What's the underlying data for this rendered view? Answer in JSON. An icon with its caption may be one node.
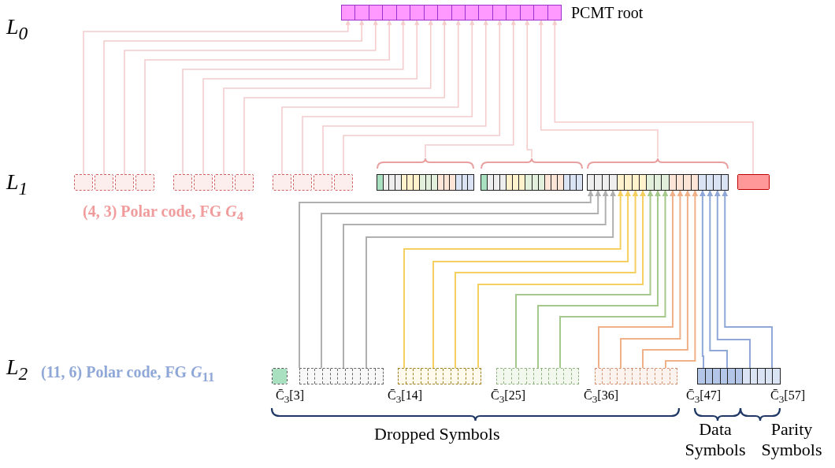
{
  "diagram": {
    "nodes": [
      {
        "text": [
          "PCMT root"
        ]
      },
      {
        "text": [],
        "shape": "box"
      },
      {
        "text": [],
        "shape": "box"
      },
      {
        "text": [],
        "shape": "box"
      },
      {
        "text": [],
        "shape": "box"
      },
      {
        "text": [],
        "shape": "box"
      },
      {
        "text": [],
        "shape": "box"
      },
      {
        "text": [],
        "shape": "box"
      },
      {
        "text": [],
        "shape": "box"
      },
      {
        "text": [],
        "shape": "box"
      },
      {
        "text": [],
        "shape": "box"
      },
      {
        "text": [],
        "shape": "box"
      },
      {
        "text": [],
        "shape": "box"
      },
      {
        "text": [],
        "shape": "bar"
      },
      {
        "text": [],
        "shape": "bar"
      },
      {
        "text": [],
        "shape": "bar"
      },
      {
        "text": [],
        "shape": "box"
      },
      {
        "text": [],
        "shape": "box"
      },
      {
        "text": [],
        "shape": "bar"
      },
      {
        "text": [],
        "shape": "bar"
      },
      {
        "text": [],
        "shape": "bar"
      },
      {
        "text": [],
        "shape": "bar"
      },
      {
        "text": [],
        "shape": "bar"
      }
    ],
    "edges": [
      {
        "from": 1,
        "to": 0,
        "arrow": "to",
        "color": "#f4cccc"
      },
      {
        "from": 2,
        "to": 0,
        "arrow": "to",
        "color": "#f4cccc"
      },
      {
        "from": 3,
        "to": 0,
        "arrow": "to",
        "color": "#f4cccc"
      },
      {
        "from": 4,
        "to": 0,
        "arrow": "to",
        "color": "#f4cccc"
      },
      {
        "from": 5,
        "to": 0,
        "arrow": "to",
        "color": "#f4cccc"
      },
      {
        "from": 6,
        "to": 0,
        "arrow": "to",
        "color": "#f4cccc"
      },
      {
        "from": 7,
        "to": 0,
        "arrow": "to",
        "color": "#f4cccc"
      },
      {
        "from": 8,
        "to": 0,
        "arrow": "to",
        "color": "#f4cccc"
      },
      {
        "from": 9,
        "to": 0,
        "arrow": "to",
        "color": "#f4cccc"
      },
      {
        "from": 10,
        "to": 0,
        "arrow": "to",
        "color": "#f4cccc"
      },
      {
        "from": 11,
        "to": 0,
        "arrow": "to",
        "color": "#f4cccc"
      },
      {
        "from": 12,
        "to": 0,
        "arrow": "to",
        "color": "#f4cccc"
      },
      {
        "from": 13,
        "to": 0,
        "arrow": "to",
        "color": "#f4cccc"
      },
      {
        "from": 14,
        "to": 0,
        "arrow": "to",
        "color": "#f4cccc"
      },
      {
        "from": 15,
        "to": 0,
        "arrow": "to",
        "color": "#f4cccc"
      },
      {
        "from": 16,
        "to": 0,
        "arrow": "to",
        "color": "#f4cccc"
      },
      {
        "from": 18,
        "to": 15,
        "arrow": "to",
        "color": "#b0b0b0"
      },
      {
        "from": 18,
        "to": 15,
        "arrow": "to",
        "color": "#b0b0b0"
      },
      {
        "from": 18,
        "to": 15,
        "arrow": "to",
        "color": "#b0b0b0"
      },
      {
        "from": 18,
        "to": 15,
        "arrow": "to",
        "color": "#b0b0b0"
      },
      {
        "from": 19,
        "to": 15,
        "arrow": "to",
        "color": "#f5cf60"
      },
      {
        "from": 19,
        "to": 15,
        "arrow": "to",
        "color": "#f5cf60"
      },
      {
        "from": 19,
        "to": 15,
        "arrow": "to",
        "color": "#f5cf60"
      },
      {
        "from": 19,
        "to": 15,
        "arrow": "to",
        "color": "#f5cf60"
      },
      {
        "from": 20,
        "to": 15,
        "arrow": "to",
        "color": "#a5c98a"
      },
      {
        "from": 20,
        "to": 15,
        "arrow": "to",
        "color": "#a5c98a"
      },
      {
        "from": 20,
        "to": 15,
        "arrow": "to",
        "color": "#a5c98a"
      },
      {
        "from": 21,
        "to": 15,
        "arrow": "to",
        "color": "#f0b088"
      },
      {
        "from": 21,
        "to": 15,
        "arrow": "to",
        "color": "#f0b088"
      },
      {
        "from": 21,
        "to": 15,
        "arrow": "to",
        "color": "#f0b088"
      },
      {
        "from": 21,
        "to": 15,
        "arrow": "to",
        "color": "#f0b088"
      },
      {
        "from": 22,
        "to": 15,
        "arrow": "to",
        "color": "#8fa8d8"
      },
      {
        "from": 22,
        "to": 15,
        "arrow": "to",
        "color": "#8fa8d8"
      },
      {
        "from": 22,
        "to": 15,
        "arrow": "to",
        "color": "#8fa8d8"
      },
      {
        "from": 22,
        "to": 15,
        "arrow": "to",
        "color": "#8fa8d8"
      }
    ],
    "labels": [
      "L$_{0}$",
      "L$_{1}$",
      "(4, 3) Polar code, FG *G*$_{4}$",
      "L$_{2}$",
      "(11, 6) Polar code, FG *G*$_{11}$",
      "C̄$_{3}$[3]",
      "C̄$_{3}$[14]",
      "C̄$_{3}$[25]",
      "C̄$_{3}$[36]",
      "C̄$_{3}$[47]",
      "C̄$_{3}$[57]",
      "Dropped Symbols",
      "Data Symbols",
      "Parity Symbols"
    ]
  }
}
